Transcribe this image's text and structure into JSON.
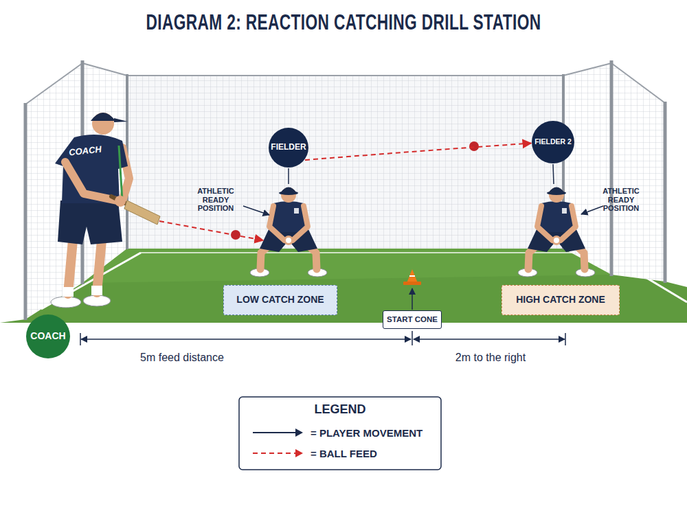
{
  "diagram": {
    "title": "DIAGRAM 2: REACTION CATCHING DRILL STATION",
    "nodes": [
      {
        "text": [
          "FIELDER"
        ]
      },
      {
        "text": [
          "FIELDER 2"
        ]
      },
      {
        "text": [
          "LOW CATCH ZONE"
        ]
      },
      {
        "text": [
          "START CONE"
        ]
      },
      {
        "text": [
          "HIGH CATCH ZONE"
        ]
      },
      {
        "text": [
          "COACH"
        ]
      }
    ],
    "edges": [
      {
        "from": 0,
        "to": 1,
        "arrow": "to"
      }
    ],
    "labels": [
      "COACH",
      "ATHLETIC READY POSITION",
      "ATHLETIC READY POSITION",
      "5m feed distance",
      "2m to the right",
      "LEGEND"
    ],
    "legend": [
      {
        "text": "= PLAYER MOVEMENT"
      },
      {
        "text": "= BALL FEED"
      }
    ]
  }
}
